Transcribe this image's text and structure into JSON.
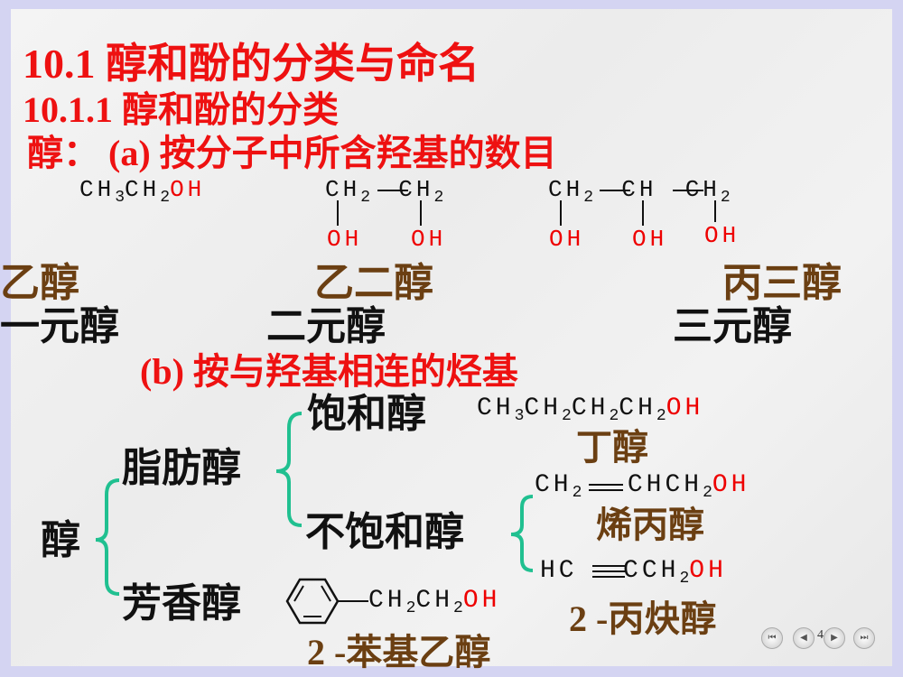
{
  "title": "10.1  醇和酚的分类与命名",
  "subtitle": "10.1.1  醇和酚的分类",
  "section_a": "醇：  (a)  按分子中所含羟基的数目",
  "section_b": "(b)  按与羟基相连的烃基",
  "row_a": {
    "ethanol": {
      "formula": [
        "CH",
        "3",
        "CH",
        "2",
        "OH"
      ],
      "name": "乙醇",
      "class": "一元醇"
    },
    "glycol": {
      "formula": [
        "CH",
        "2",
        "CH",
        "2"
      ],
      "oh": "OH",
      "name": "乙二醇",
      "class": "二元醇"
    },
    "glycerol": {
      "formula": [
        "CH",
        "2",
        "CH",
        "CH",
        "2"
      ],
      "oh": "OH",
      "name": "丙三醇",
      "class": "三元醇"
    }
  },
  "tree": {
    "root": "醇",
    "aliphatic": "脂肪醇",
    "saturated": "饱和醇",
    "unsaturated": "不饱和醇",
    "aromatic": "芳香醇",
    "butanol": {
      "formula": [
        "CH",
        "3",
        "CH",
        "2",
        "CH",
        "2",
        "CH",
        "2",
        "OH"
      ],
      "name": "丁醇"
    },
    "allyl": {
      "formula": [
        "CH",
        "2",
        "CHCH",
        "2",
        "OH"
      ],
      "name": "烯丙醇"
    },
    "propargyl": {
      "formula": [
        "HC",
        "CCH",
        "2",
        "OH"
      ],
      "name": "2 -丙炔醇"
    },
    "phenylethanol": {
      "formula": [
        "CH",
        "2",
        "CH",
        "2",
        "OH"
      ],
      "name": "2 -苯基乙醇"
    }
  },
  "page_number": "4",
  "nav": {
    "first": "⏮",
    "prev": "◀",
    "next": "▶",
    "last": "⏭"
  },
  "colors": {
    "title": "#ee1111",
    "name": "#6b3f12",
    "brace": "#20c090",
    "border": "#d4d4f2"
  }
}
